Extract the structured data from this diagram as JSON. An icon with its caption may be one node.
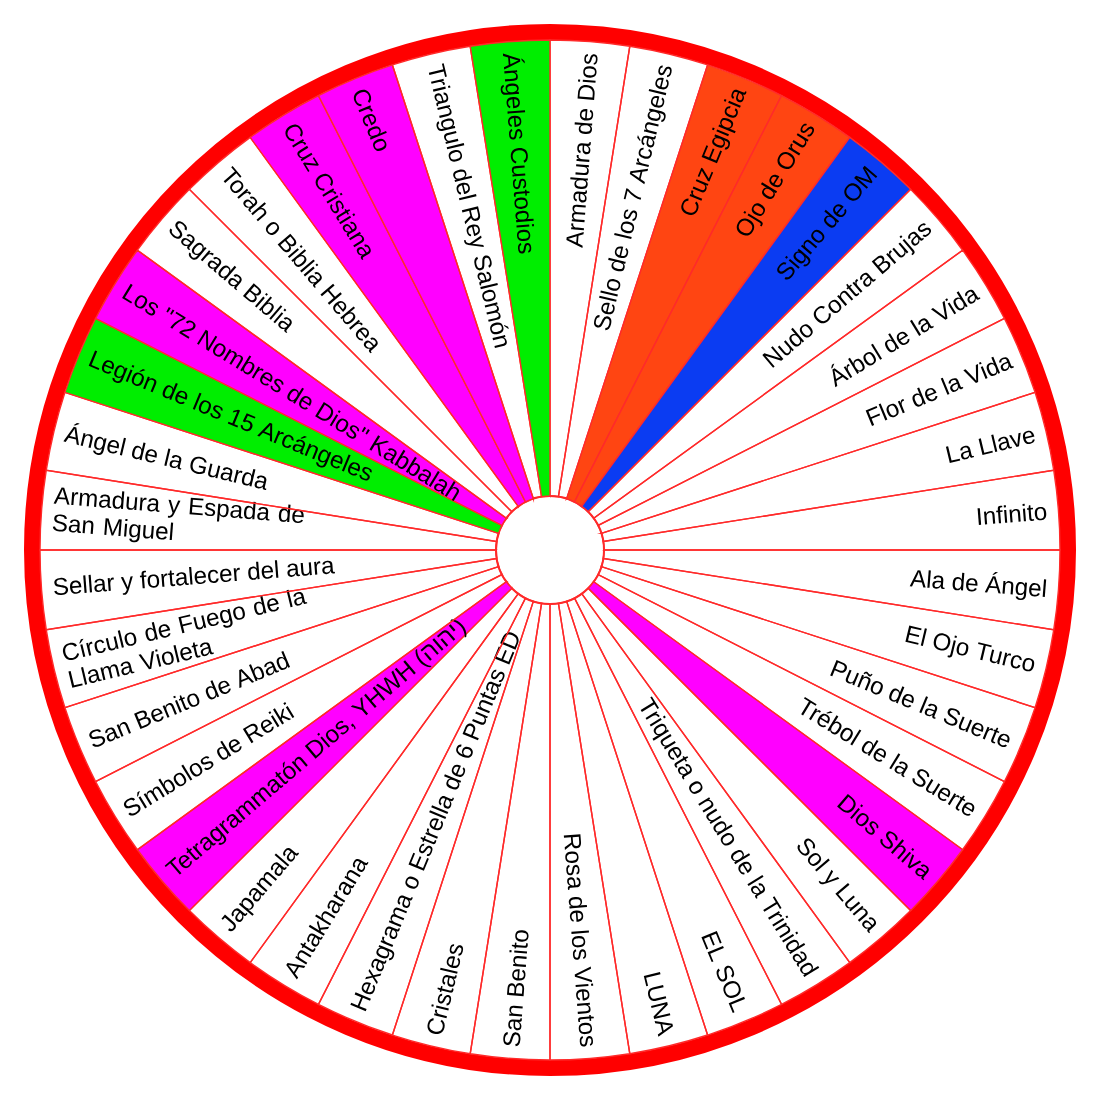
{
  "diagram": {
    "nodes": [
      {
        "text": [
          "Armadura de Dios"
        ]
      },
      {
        "text": [
          "Sello de los 7 Arcángeles"
        ]
      },
      {
        "text": [
          "Cruz Egipcia"
        ]
      },
      {
        "text": [
          "Ojo de Orus"
        ]
      },
      {
        "text": [
          "Signo de OM"
        ]
      },
      {
        "text": [
          "Nudo Contra Brujas"
        ]
      },
      {
        "text": [
          "Árbol de la Vida"
        ]
      },
      {
        "text": [
          "Flor de la Vida"
        ]
      },
      {
        "text": [
          "La Llave"
        ]
      },
      {
        "text": [
          "Infinito"
        ]
      },
      {
        "text": [
          "Ala de Ángel"
        ]
      },
      {
        "text": [
          "El Ojo Turco"
        ]
      },
      {
        "text": [
          "Puño de la Suerte"
        ]
      },
      {
        "text": [
          "Trébol de la Suerte"
        ]
      },
      {
        "text": [
          "Dios Shiva"
        ]
      },
      {
        "text": [
          "Sol y Luna"
        ]
      },
      {
        "text": [
          "Triqueta o nudo de la Trinidad"
        ]
      },
      {
        "text": [
          "EL SOL"
        ]
      },
      {
        "text": [
          "LUNA"
        ]
      },
      {
        "text": [
          "Rosa de los Vientos"
        ]
      },
      {
        "text": [
          "San Benito"
        ]
      },
      {
        "text": [
          "Cristales"
        ]
      },
      {
        "text": [
          "Hexagrama o Estrella de 6 Puntas ED"
        ]
      },
      {
        "text": [
          "Antakharana"
        ]
      },
      {
        "text": [
          "Japamala"
        ]
      },
      {
        "text": [
          "Tetragrammatón Dios, YHWH (יהוה)"
        ]
      },
      {
        "text": [
          "Símbolos de Reiki"
        ]
      },
      {
        "text": [
          "San Benito de Abad"
        ]
      },
      {
        "text": [
          "Círculo de Fuego de la Llama Violeta"
        ]
      },
      {
        "text": [
          "Sellar y fortalecer del aura"
        ]
      },
      {
        "text": [
          "Armadura y Espada de San Miguel"
        ]
      },
      {
        "text": [
          "Ángel de la Guarda"
        ]
      },
      {
        "text": [
          "Legión de los 15 Arcángeles"
        ]
      },
      {
        "text": [
          "Los \"72 Nombres de Dios\" Kabbalah"
        ]
      },
      {
        "text": [
          "Sagrada Biblia"
        ]
      },
      {
        "text": [
          "Torah o Biblia Hebrea"
        ]
      },
      {
        "text": [
          "Cruz Cristiana"
        ]
      },
      {
        "text": [
          "Credo"
        ]
      },
      {
        "text": [
          "Triangulo del Rey Salomón"
        ]
      },
      {
        "text": [
          "Ángeles Custodios"
        ]
      }
    ]
  }
}
